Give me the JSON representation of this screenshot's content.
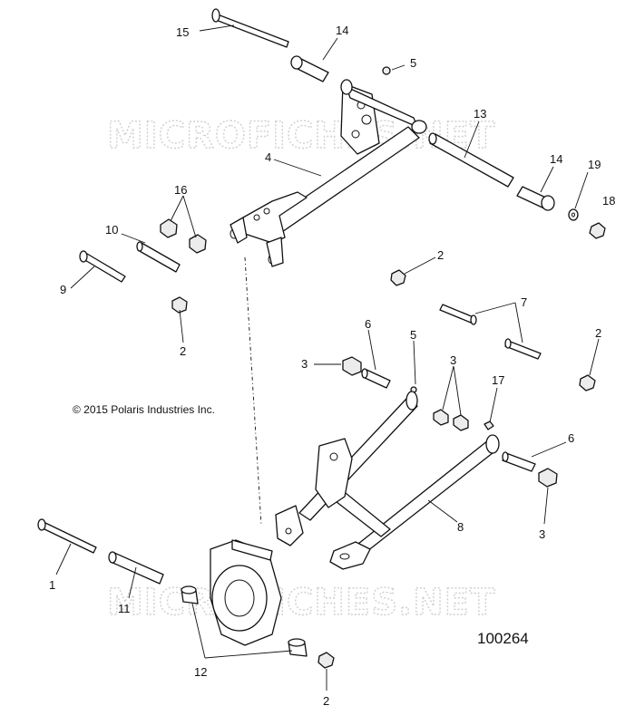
{
  "watermark": {
    "text": "MICROFICHES.NET"
  },
  "copyright": "© 2015 Polaris Industries Inc.",
  "diagram_ref": "100264",
  "callouts": [
    {
      "id": "c15a",
      "label": "15"
    },
    {
      "id": "c14a",
      "label": "14"
    },
    {
      "id": "c5a",
      "label": "5"
    },
    {
      "id": "c13",
      "label": "13"
    },
    {
      "id": "c4",
      "label": "4"
    },
    {
      "id": "c14b",
      "label": "14"
    },
    {
      "id": "c19",
      "label": "19"
    },
    {
      "id": "c18",
      "label": "18"
    },
    {
      "id": "c16",
      "label": "16"
    },
    {
      "id": "c10",
      "label": "10"
    },
    {
      "id": "c9",
      "label": "9"
    },
    {
      "id": "c2a",
      "label": "2"
    },
    {
      "id": "c2b",
      "label": "2"
    },
    {
      "id": "c7",
      "label": "7"
    },
    {
      "id": "c2c",
      "label": "2"
    },
    {
      "id": "c6a",
      "label": "6"
    },
    {
      "id": "c5b",
      "label": "5"
    },
    {
      "id": "c3a",
      "label": "3"
    },
    {
      "id": "c3b",
      "label": "3"
    },
    {
      "id": "c17",
      "label": "17"
    },
    {
      "id": "c6b",
      "label": "6"
    },
    {
      "id": "c8",
      "label": "8"
    },
    {
      "id": "c3c",
      "label": "3"
    },
    {
      "id": "c1",
      "label": "1"
    },
    {
      "id": "c11",
      "label": "11"
    },
    {
      "id": "c12",
      "label": "12"
    },
    {
      "id": "c2d",
      "label": "2"
    }
  ]
}
